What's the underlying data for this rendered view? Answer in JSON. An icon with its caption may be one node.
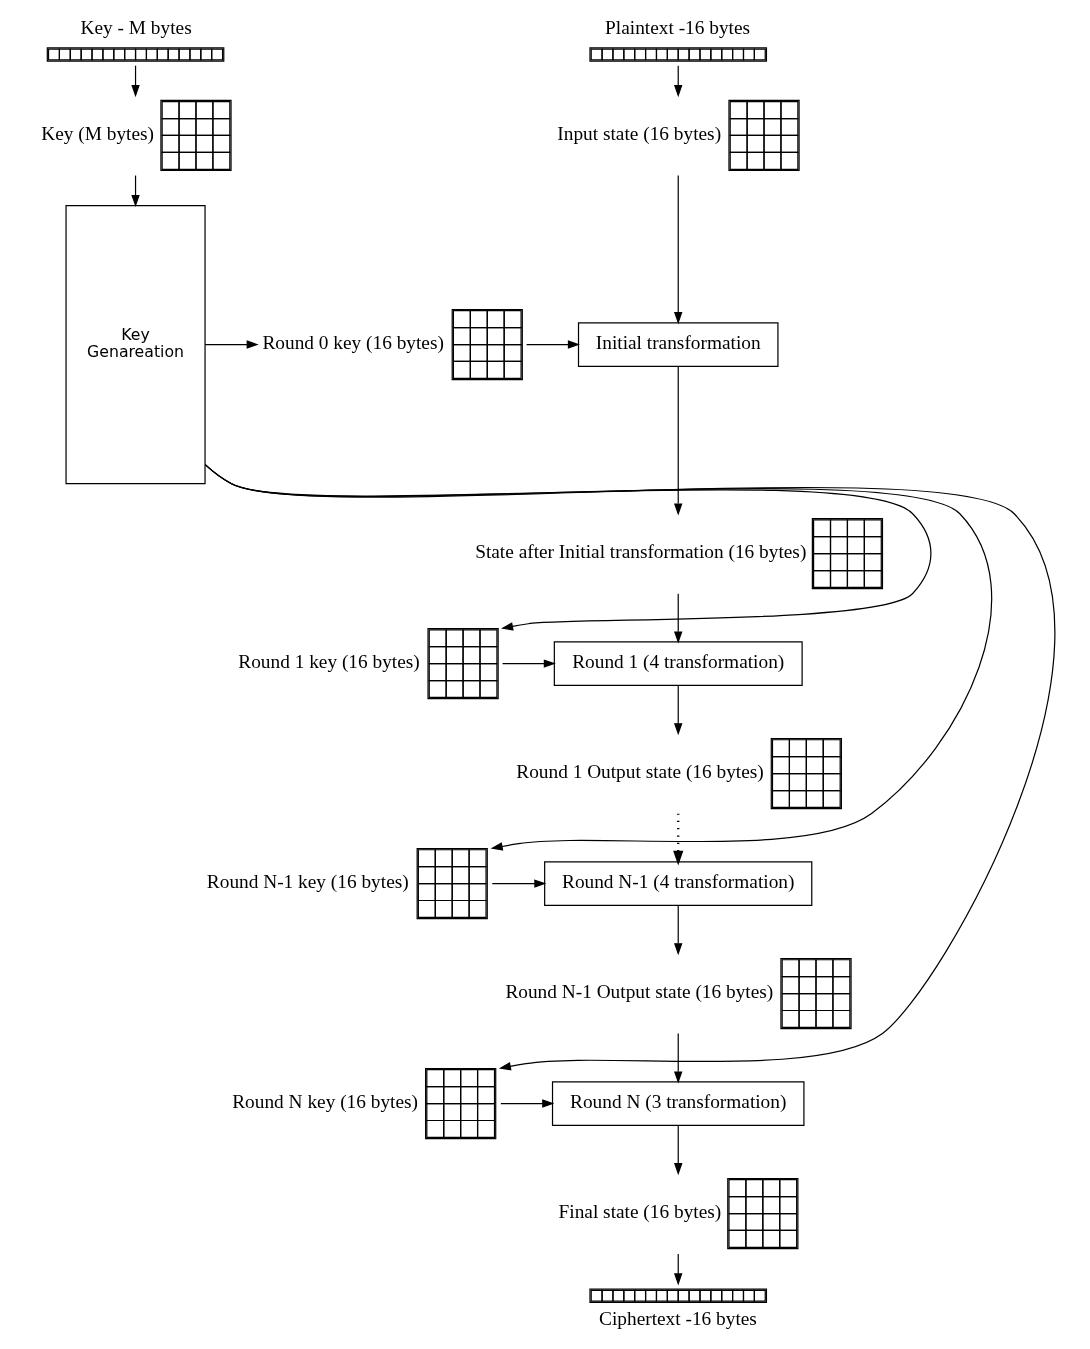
{
  "diagram": {
    "nodes": [
      {
        "text": [],
        "shape": "bar",
        "beside": [
          "Plaintext -16 bytes"
        ]
      },
      {
        "text": [],
        "shape": "box",
        "beside": [
          "Input state (16 bytes)"
        ]
      },
      {
        "text": [
          "Initial transformation"
        ]
      },
      {
        "text": [],
        "shape": "box",
        "beside": [
          "State after Initial transformation (16 bytes)"
        ]
      },
      {
        "text": [
          "Round 1 (4 transformation)"
        ]
      },
      {
        "text": [],
        "shape": "box",
        "beside": [
          "Round 1 Output state (16 bytes)"
        ]
      },
      {
        "text": [
          "Round N-1 (4 transformation)"
        ]
      },
      {
        "text": [],
        "shape": "box",
        "beside": [
          "Round N-1 Output state (16 bytes)"
        ]
      },
      {
        "text": [
          "Round N (3 transformation)"
        ]
      },
      {
        "text": [],
        "shape": "box",
        "beside": [
          "Final state (16 bytes)"
        ]
      },
      {
        "text": [],
        "shape": "bar",
        "beside": [
          "Ciphertext -16 bytes"
        ]
      },
      {
        "text": [],
        "shape": "bar",
        "beside": [
          "Key - M bytes"
        ]
      },
      {
        "text": [],
        "shape": "box",
        "beside": [
          "Key (M bytes)"
        ]
      },
      {
        "text": [
          "Key",
          "Genareation"
        ]
      },
      {
        "text": [],
        "shape": "box",
        "beside": [
          "Round 0 key (16 bytes)"
        ]
      },
      {
        "text": [],
        "shape": "box",
        "beside": [
          "Round 1 key (16 bytes)"
        ]
      },
      {
        "text": [],
        "shape": "box",
        "beside": [
          "Round N-1 key (16 bytes)"
        ]
      },
      {
        "text": [],
        "shape": "box",
        "beside": [
          "Round N key (16 bytes)"
        ]
      }
    ],
    "edges": [
      {
        "from": 0,
        "to": 1,
        "arrow": "to"
      },
      {
        "from": 1,
        "to": 2,
        "arrow": "to"
      },
      {
        "from": 2,
        "to": 3,
        "arrow": "to"
      },
      {
        "from": 3,
        "to": 4,
        "arrow": "to"
      },
      {
        "from": 4,
        "to": 5,
        "arrow": "to"
      },
      {
        "from": 5,
        "to": 6,
        "arrow": "to",
        "style": "dashed"
      },
      {
        "from": 6,
        "to": 7,
        "arrow": "to"
      },
      {
        "from": 7,
        "to": 8,
        "arrow": "to"
      },
      {
        "from": 8,
        "to": 9,
        "arrow": "to"
      },
      {
        "from": 9,
        "to": 10,
        "arrow": "to"
      },
      {
        "from": 11,
        "to": 12,
        "arrow": "to"
      },
      {
        "from": 12,
        "to": 13,
        "arrow": "to"
      },
      {
        "from": 13,
        "to": 14,
        "arrow": "to"
      },
      {
        "from": 14,
        "to": 2,
        "arrow": "to"
      },
      {
        "from": 13,
        "to": 15,
        "arrow": "to"
      },
      {
        "from": 15,
        "to": 4,
        "arrow": "to"
      },
      {
        "from": 13,
        "to": 16,
        "arrow": "to"
      },
      {
        "from": 16,
        "to": 6,
        "arrow": "to"
      },
      {
        "from": 13,
        "to": 17,
        "arrow": "to"
      },
      {
        "from": 17,
        "to": 8,
        "arrow": "to"
      }
    ]
  }
}
